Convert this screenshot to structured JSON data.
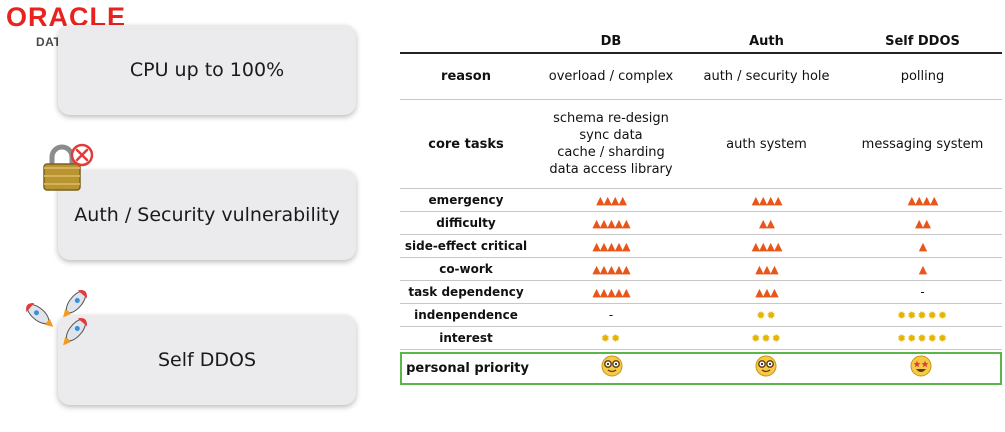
{
  "logo": {
    "brand": "ORACLE",
    "product": "DATABASE"
  },
  "cards": [
    {
      "label": "CPU up to 100%"
    },
    {
      "label": "Auth / Security vulnerability"
    },
    {
      "label": "Self DDOS"
    }
  ],
  "table": {
    "headers": [
      "",
      "DB",
      "Auth",
      "Self DDOS"
    ],
    "reason": {
      "label": "reason",
      "values": [
        "overload / complex",
        "auth / security hole",
        "polling"
      ]
    },
    "core_tasks": {
      "label": "core tasks",
      "db": [
        "schema re-design",
        "sync data",
        "cache / sharding",
        "data access library"
      ],
      "auth": "auth system",
      "ddos": "messaging system"
    },
    "rows": [
      {
        "label": "emergency",
        "type": "flame",
        "values": [
          4,
          4,
          4
        ]
      },
      {
        "label": "difficulty",
        "type": "flame",
        "values": [
          5,
          2,
          2
        ]
      },
      {
        "label": "side-effect critical",
        "type": "flame",
        "values": [
          5,
          4,
          1
        ]
      },
      {
        "label": "co-work",
        "type": "flame",
        "values": [
          5,
          3,
          1
        ]
      },
      {
        "label": "task dependency",
        "type": "flame",
        "values": [
          5,
          3,
          "-"
        ]
      },
      {
        "label": "indenpendence",
        "type": "sun",
        "values": [
          "-",
          2,
          5
        ]
      },
      {
        "label": "interest",
        "type": "sun",
        "values": [
          2,
          3,
          5
        ]
      }
    ],
    "priority": {
      "label": "personal priority",
      "faces": [
        "nerd-face",
        "nerd-face",
        "star-struck-face"
      ]
    },
    "colors": {
      "flame": "#e8561a",
      "sun": "#e5b400",
      "highlight": "#5ab54a",
      "brand": "#e8231f"
    }
  }
}
